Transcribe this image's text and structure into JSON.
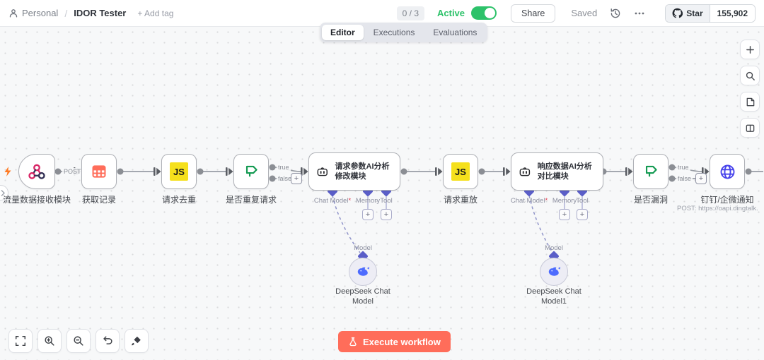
{
  "colors": {
    "execute_accent": "#ff6d5a",
    "active_green": "#2dc26a",
    "js_yellow": "#f5e01c",
    "if_green": "#149a52",
    "table_coral": "#ff6d5a",
    "webhook_pink": "#d92566",
    "http_blue": "#4743eb",
    "deepseek_blue": "#4d6bfe",
    "diamond_purple": "#5a5ec8",
    "wire_gray": "#999da5"
  },
  "header": {
    "workspace": "Personal",
    "separator": "/",
    "title": "IDOR Tester",
    "add_tag": "+ Add tag",
    "counter": "0 / 3",
    "active_label": "Active",
    "share_label": "Share",
    "saved_label": "Saved",
    "github_star_label": "Star",
    "github_star_count": "155,902"
  },
  "tabs": {
    "editor": "Editor",
    "executions": "Executions",
    "evaluations": "Evaluations"
  },
  "ports": {
    "post": "POST",
    "true_label": "true",
    "false_label": "false",
    "model": "Model",
    "chat_model": "Chat Model",
    "required_marker": "*",
    "memory": "Memory",
    "tool": "Tool",
    "plus": "+"
  },
  "nodes": {
    "webhook": {
      "title": "流量数据接收模块"
    },
    "datatable": {
      "title": "获取记录"
    },
    "dedupe": {
      "title": "请求去重",
      "icon_text": "JS"
    },
    "if_repeat": {
      "title": "是否重复请求"
    },
    "ai_request": {
      "title": "请求参数AI分析修改模块"
    },
    "replay": {
      "title": "请求重放",
      "icon_text": "JS"
    },
    "ai_response": {
      "title": "响应数据AI分析对比模块"
    },
    "if_vuln": {
      "title": "是否漏洞"
    },
    "notify": {
      "title": "钉钉/企微通知",
      "subtitle": "POST: https://oapi.dingtalk."
    },
    "model_a": {
      "title": "DeepSeek Chat Model"
    },
    "model_b": {
      "title": "DeepSeek Chat Model1"
    }
  },
  "execute_button": {
    "label": "Execute workflow"
  }
}
